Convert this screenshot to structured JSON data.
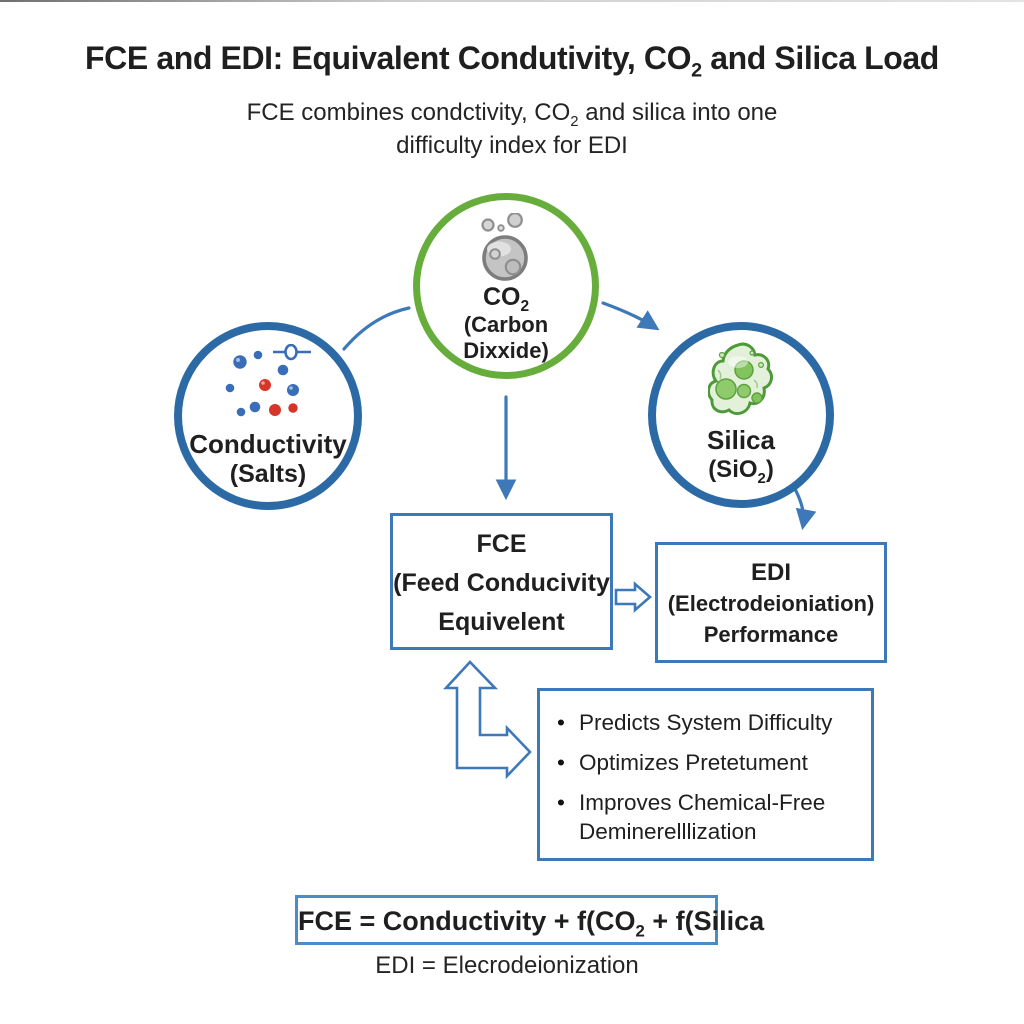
{
  "title": {
    "pre": "FCE and EDI: Equivalent Condutivity, CO",
    "sub": "2",
    "post": " and Silica Load"
  },
  "subtitle": {
    "line1_pre": "FCE combines condctivity, CO",
    "line1_sub": "2",
    "line1_post": " and silica into one",
    "line2": "difficulty index for EDI"
  },
  "nodes": {
    "co2": {
      "label_pre": "CO",
      "label_sub": "2",
      "sublabel": "(Carbon Dixxide)",
      "icon": "gas-bubbles-icon"
    },
    "conductivity": {
      "label": "Conductivity",
      "sublabel": "(Salts)",
      "icon": "ion-particles-icon",
      "sensor_icon": "conductivity-probe-icon"
    },
    "silica": {
      "label": "Silica",
      "sublabel_pre": "(SiO",
      "sublabel_sub": "2",
      "sublabel_post": ")",
      "icon": "silica-particle-icon"
    }
  },
  "fce_box": {
    "line1": "FCE",
    "line2": "(Feed Conducivity",
    "line3": "Equivelent"
  },
  "edi_box": {
    "line1": "EDI",
    "line2": "(Electrodeioniation)",
    "line3": "Performance"
  },
  "benefits": {
    "bullet_char": "•",
    "items": [
      "Predicts System Difficulty",
      "Optimizes Pretetument",
      "Improves Chemical-Free Deminerelllization"
    ]
  },
  "formula": {
    "pre": "FCE = Conductivity + f(CO",
    "sub": "2",
    "post": " + f(Silica"
  },
  "footnote": "EDI = Elecrodeionization",
  "colors": {
    "text_dark": "#1f1f1f",
    "circle_blue": "#2c6aa6",
    "circle_green": "#67ad3c",
    "arrow_blue": "#3d79b8",
    "box_border_blue": "#3d79b8",
    "formula_border_blue": "#4b8bc7",
    "ion_blue": "#3a6db8",
    "ion_red": "#d63529",
    "silica_fill_green": "#e3f1da",
    "silica_stroke_green": "#4e9a38",
    "co2_gray": "#c4c4c4"
  }
}
